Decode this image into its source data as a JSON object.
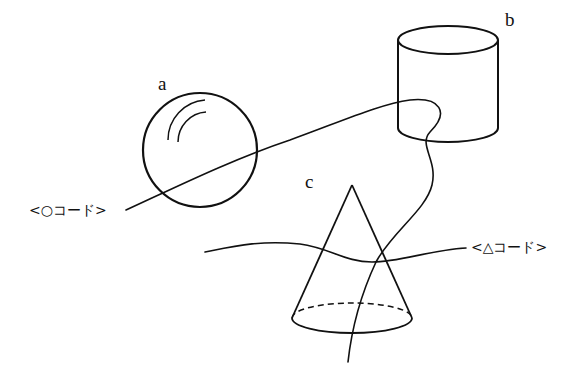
{
  "diagram": {
    "nodes": [
      {
        "text": [
          "a"
        ]
      },
      {
        "text": [
          "b"
        ]
      },
      {
        "text": [
          "c"
        ]
      }
    ],
    "labels": [
      "<○コード>",
      "<△コード>"
    ]
  }
}
